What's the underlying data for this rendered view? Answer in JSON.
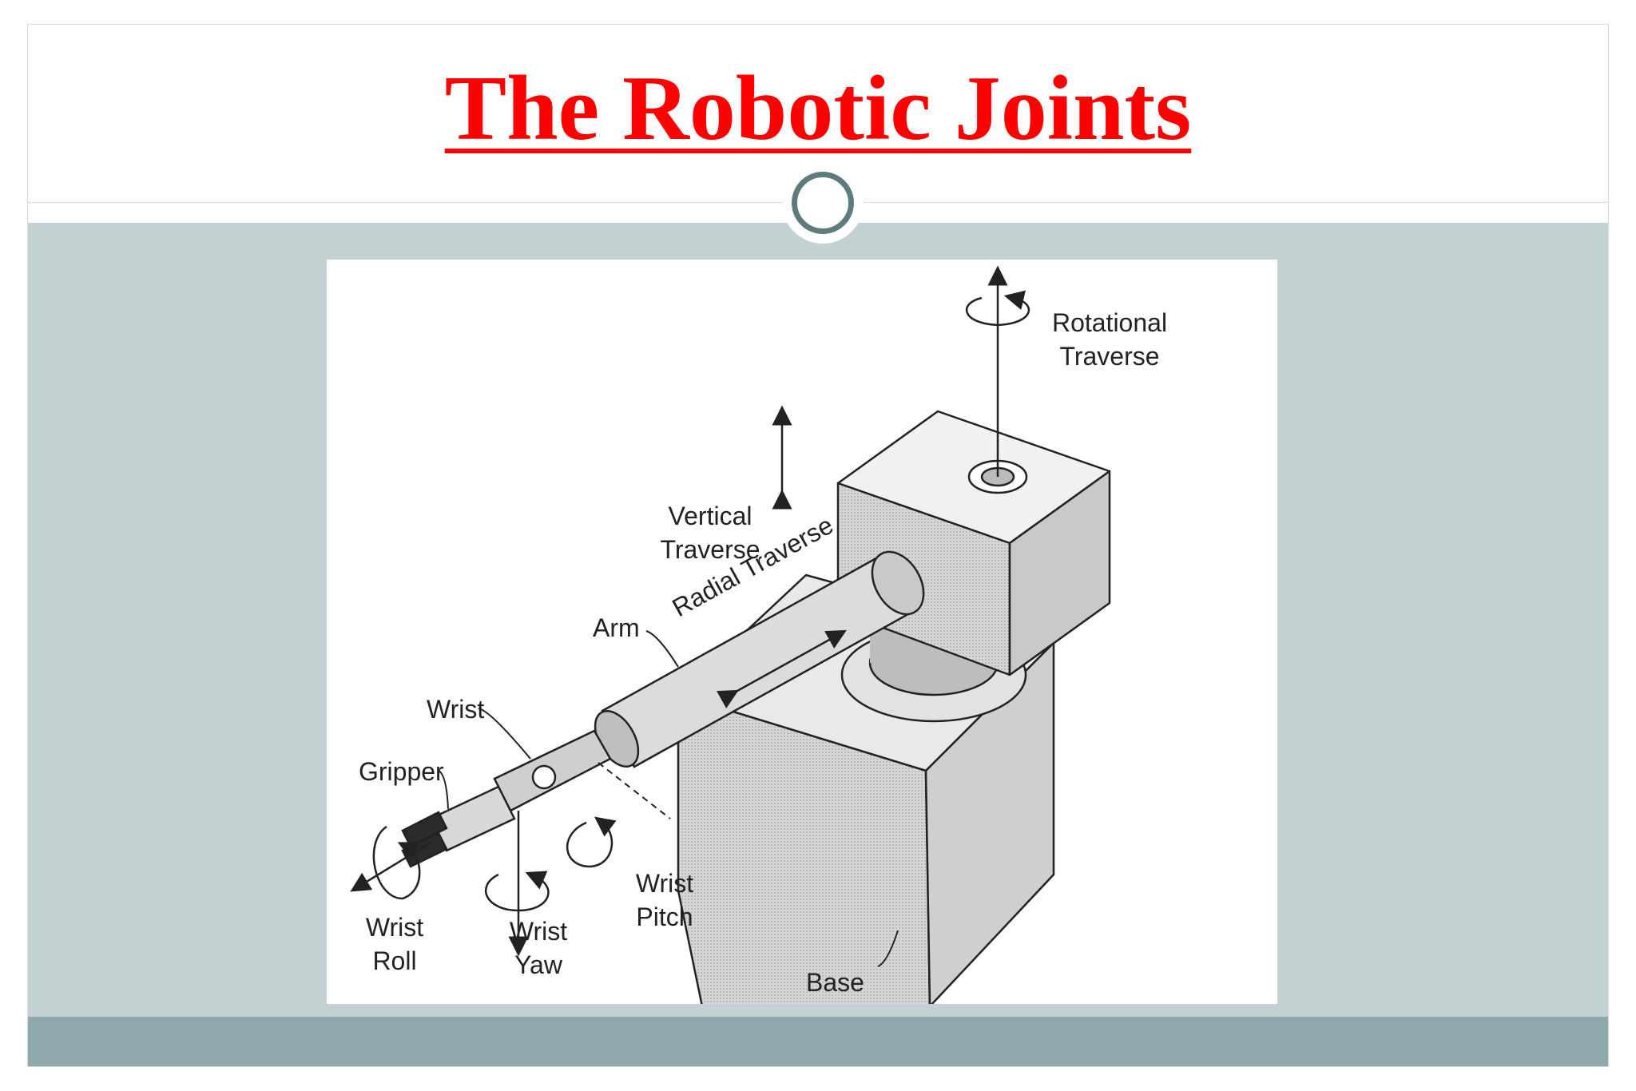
{
  "slide": {
    "title": "The Robotic Joints"
  },
  "diagram": {
    "labels": {
      "rotational_traverse": [
        "Rotational",
        "Traverse"
      ],
      "vertical_traverse": [
        "Vertical",
        "Traverse"
      ],
      "radial_traverse": "Radial Traverse",
      "arm": "Arm",
      "wrist": "Wrist",
      "gripper": "Gripper",
      "wrist_roll": [
        "Wrist",
        "Roll"
      ],
      "wrist_yaw": [
        "Wrist",
        "Yaw"
      ],
      "wrist_pitch": [
        "Wrist",
        "Pitch"
      ],
      "base": "Base"
    }
  }
}
